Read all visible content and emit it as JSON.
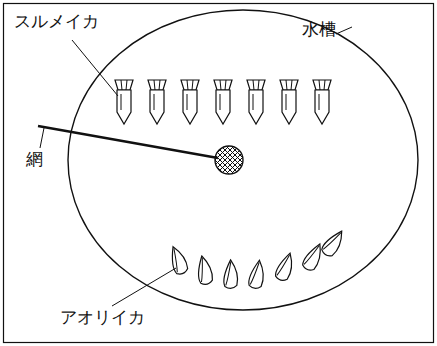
{
  "diagram": {
    "labels": [
      "スルメイカ",
      "水槽",
      "網",
      "アオリイカ"
    ]
  }
}
